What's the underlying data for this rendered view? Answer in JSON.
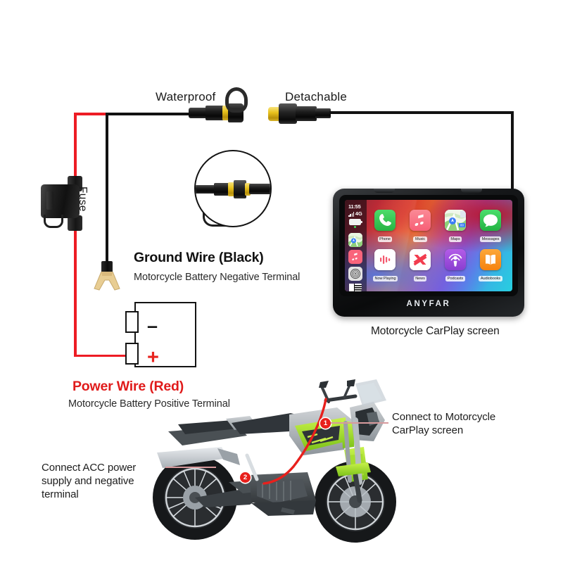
{
  "diagram": {
    "labels": {
      "waterproof": "Waterproof",
      "detachable": "Detachable",
      "fuse": "Fuse"
    },
    "ground_wire": {
      "title": "Ground Wire (Black)",
      "subtitle": "Motorcycle Battery Negative Terminal"
    },
    "power_wire": {
      "title": "Power Wire (Red)",
      "subtitle": "Motorcycle Battery Positive Terminal",
      "title_color": "#e01b1b"
    },
    "battery": {
      "negative_sign": "–",
      "positive_sign": "+"
    },
    "screen_caption": "Motorcycle CarPlay screen",
    "callouts": {
      "right": [
        "Connect to Motorcycle",
        "CarPlay screen"
      ],
      "left": [
        "Connect ACC power",
        "supply and negative",
        "terminal"
      ]
    },
    "motorcycle_markers": [
      "1",
      "2"
    ],
    "colors": {
      "red_wire": "#ed1c24",
      "black_wire": "#121212",
      "marker_red": "#e8201c",
      "connector_yellow": "#e8c21d"
    }
  },
  "carplay": {
    "status": {
      "time": "11:55",
      "network": "4G"
    },
    "brand": "ANYFAR",
    "sidebar_icons": [
      "maps-icon",
      "music-icon",
      "settings-icon",
      "list-icon"
    ],
    "apps": [
      {
        "label": "Phone",
        "icon": "phone-icon",
        "color": "#38c759"
      },
      {
        "label": "Music",
        "icon": "music-icon",
        "color": "#fa6a7e"
      },
      {
        "label": "Maps",
        "icon": "maps-icon",
        "color": "#ffffff"
      },
      {
        "label": "Messages",
        "icon": "messages-icon",
        "color": "#2fbe4e"
      },
      {
        "label": "Now Playing",
        "icon": "now-playing-icon",
        "color": "#ffffff"
      },
      {
        "label": "News",
        "icon": "news-icon",
        "color": "#ffffff"
      },
      {
        "label": "Podcasts",
        "icon": "podcasts-icon",
        "color": "#9a4ad6"
      },
      {
        "label": "Audiobooks",
        "icon": "audiobooks-icon",
        "color": "#f79020"
      }
    ]
  }
}
